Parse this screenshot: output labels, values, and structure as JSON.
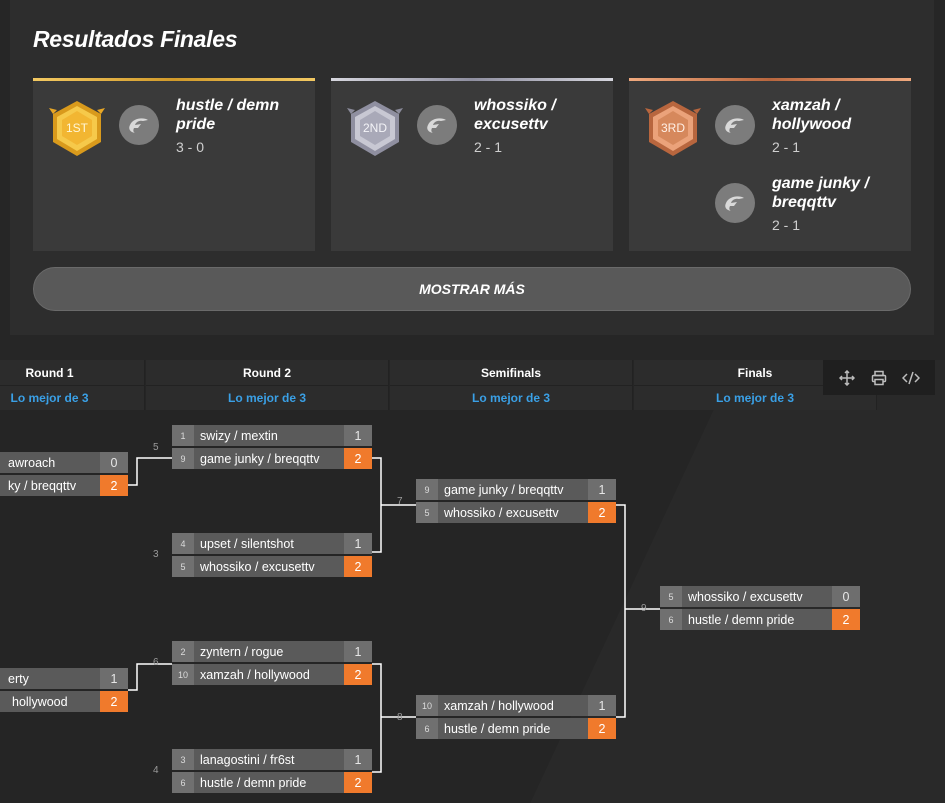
{
  "results": {
    "title": "Resultados Finales",
    "show_more": "MOSTRAR MÁS",
    "places": [
      {
        "medal": "1ST",
        "entries": [
          {
            "name": "hustle / demn pride",
            "score": "3 - 0"
          }
        ]
      },
      {
        "medal": "2ND",
        "entries": [
          {
            "name": "whossiko / excusettv",
            "score": "2 - 1"
          }
        ]
      },
      {
        "medal": "3RD",
        "entries": [
          {
            "name": "xamzah / hollywood",
            "score": "2 - 1"
          },
          {
            "name": "game junky / breqqttv",
            "score": "2 - 1"
          }
        ]
      }
    ]
  },
  "bracket": {
    "rounds": [
      {
        "name": "Round 1",
        "format": "Lo mejor de 3"
      },
      {
        "name": "Round 2",
        "format": "Lo mejor de 3"
      },
      {
        "name": "Semifinals",
        "format": "Lo mejor de 3"
      },
      {
        "name": "Finals",
        "format": "Lo mejor de 3"
      }
    ],
    "toolbar": {
      "move_icon": "move-icon",
      "print_icon": "print-icon",
      "embed_icon": "code-icon"
    },
    "round1_matches": [
      {
        "top": {
          "name": "awroach",
          "score": "0"
        },
        "bottom": {
          "name": "ky / breqqttv",
          "score": "2"
        }
      },
      {
        "top": {
          "name": "erty",
          "score": "1"
        },
        "bottom": {
          "name": "hollywood",
          "score": "2"
        }
      }
    ],
    "round2_matches": [
      {
        "number": "5",
        "top": {
          "seed": "1",
          "name": "swizy / mextin",
          "score": "1"
        },
        "bottom": {
          "seed": "9",
          "name": "game junky / breqqttv",
          "score": "2"
        }
      },
      {
        "number": "3",
        "top": {
          "seed": "4",
          "name": "upset / silentshot",
          "score": "1"
        },
        "bottom": {
          "seed": "5",
          "name": "whossiko / excusettv",
          "score": "2"
        }
      },
      {
        "number": "6",
        "top": {
          "seed": "2",
          "name": "zyntern / rogue",
          "score": "1"
        },
        "bottom": {
          "seed": "10",
          "name": "xamzah / hollywood",
          "score": "2"
        }
      },
      {
        "number": "4",
        "top": {
          "seed": "3",
          "name": "lanagostini / fr6st",
          "score": "1"
        },
        "bottom": {
          "seed": "6",
          "name": "hustle / demn pride",
          "score": "2"
        }
      }
    ],
    "semifinal_matches": [
      {
        "number": "7",
        "top": {
          "seed": "9",
          "name": "game junky / breqqttv",
          "score": "1"
        },
        "bottom": {
          "seed": "5",
          "name": "whossiko / excusettv",
          "score": "2"
        }
      },
      {
        "number": "8",
        "top": {
          "seed": "10",
          "name": "xamzah / hollywood",
          "score": "1"
        },
        "bottom": {
          "seed": "6",
          "name": "hustle / demn pride",
          "score": "2"
        }
      }
    ],
    "final_match": {
      "number": "9",
      "top": {
        "seed": "5",
        "name": "whossiko / excusettv",
        "score": "0"
      },
      "bottom": {
        "seed": "6",
        "name": "hustle / demn pride",
        "score": "2"
      }
    }
  },
  "colors": {
    "win": "#f07a2c",
    "link": "#3aa0e6",
    "gold": "#f2b632",
    "silver": "#a9a9b8",
    "bronze": "#d6885c"
  }
}
